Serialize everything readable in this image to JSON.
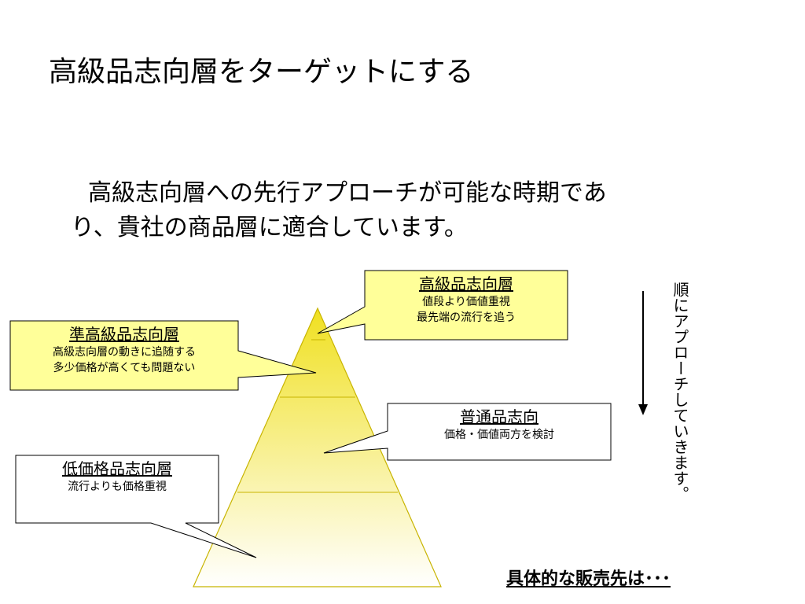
{
  "slide": {
    "title": "高級品志向層をターゲットにする",
    "body_line1": "高級志向層への先行アプローチが可能な時期であ",
    "body_line2": "り、貴社の商品層に適合しています。"
  },
  "callouts": {
    "top": {
      "heading": "高級品志向層",
      "line1": "値段より価値重視",
      "line2": "最先端の流行を追う"
    },
    "semi": {
      "heading": "準高級品志向層",
      "line1": "高級志向層の動きに追随する",
      "line2": "多少価格が高くても問題ない"
    },
    "normal": {
      "heading": "普通品志向",
      "line1": "価格・価値両方を検討"
    },
    "low": {
      "heading": "低価格品志向層",
      "line1": "流行よりも価格重視"
    }
  },
  "side_note": "順にアプローチしていきます。",
  "footer": "具体的な販売先は･･･",
  "colors": {
    "pyramid_top": "#f0e020",
    "pyramid_bottom": "#ffffff",
    "callout_highlight": "#ffff99",
    "outline": "#c8b400"
  }
}
